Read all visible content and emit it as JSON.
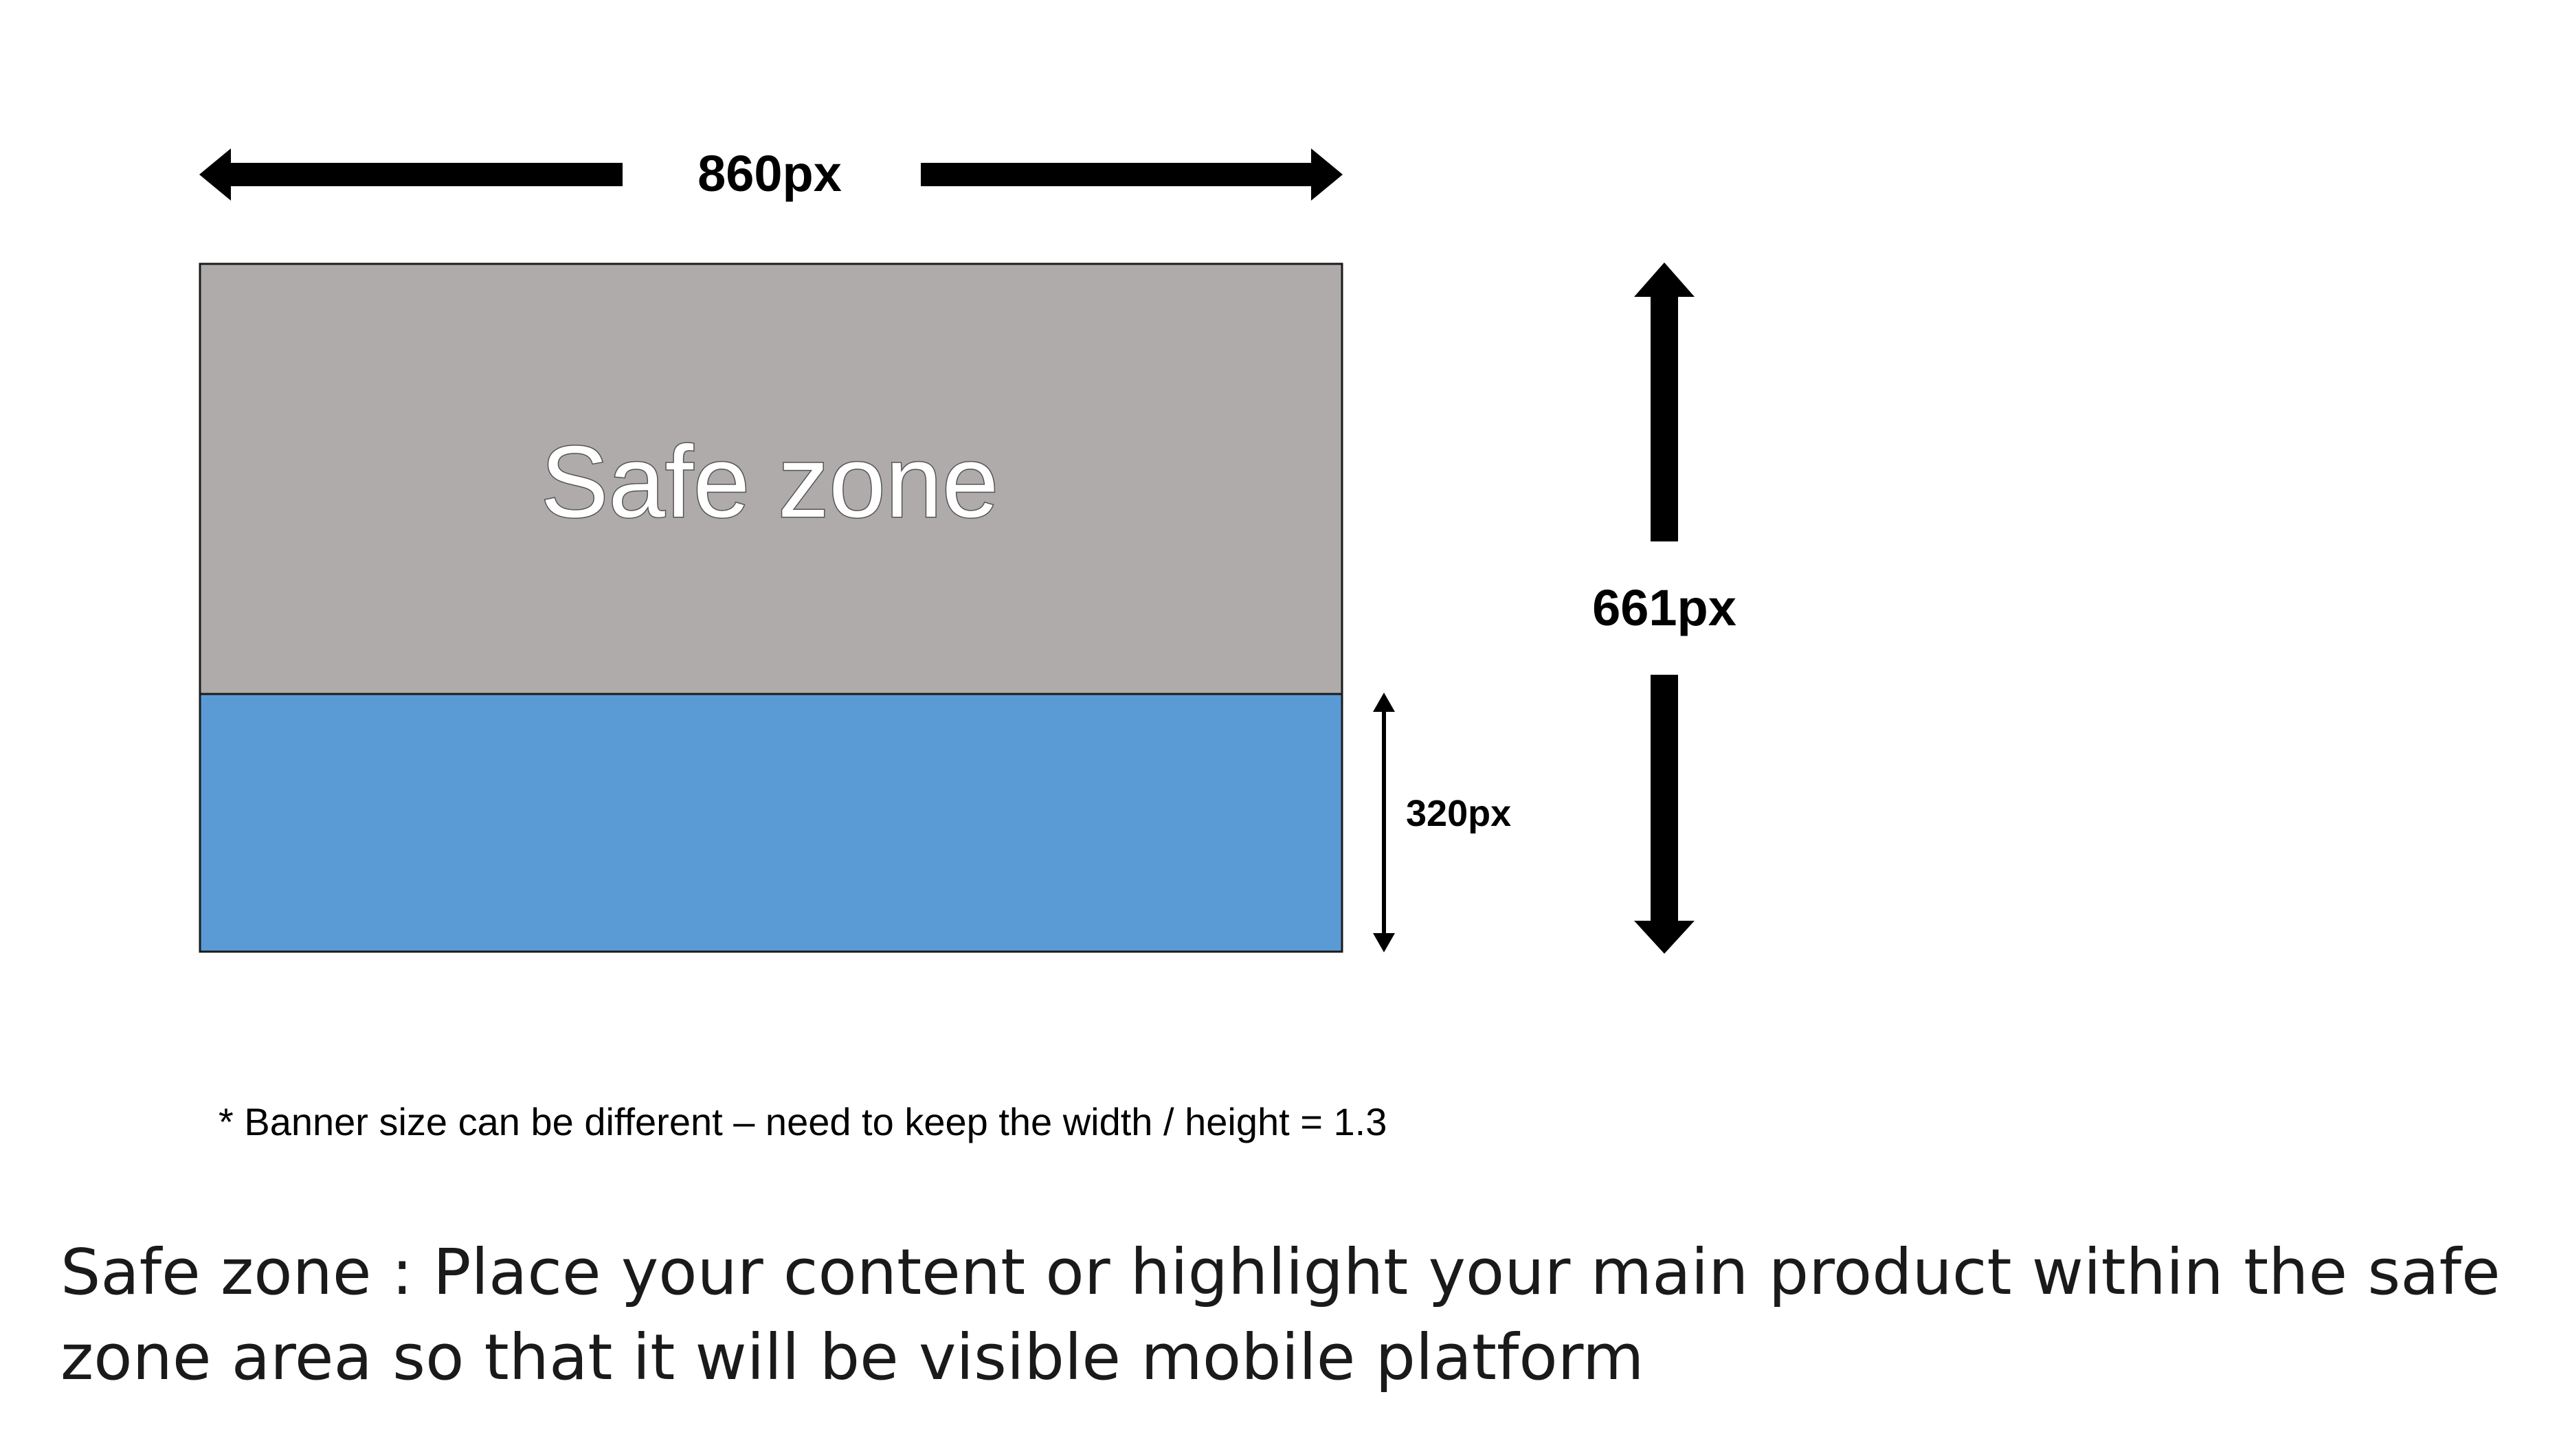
{
  "diagram": {
    "width_label": "860px",
    "height_label": "661px",
    "bottom_zone_label": "320px",
    "safe_zone_label": "Safe zone",
    "colors": {
      "safe_zone_fill": "#aeabaa",
      "bottom_zone_fill": "#5b9bd5",
      "border": "#1a1a1a",
      "arrow": "#000000"
    }
  },
  "footnote": "* Banner size can be different – need to keep the width / height = 1.3",
  "description": "Safe zone : Place your content or highlight your main product within the safe zone area so that it will be visible mobile platform"
}
